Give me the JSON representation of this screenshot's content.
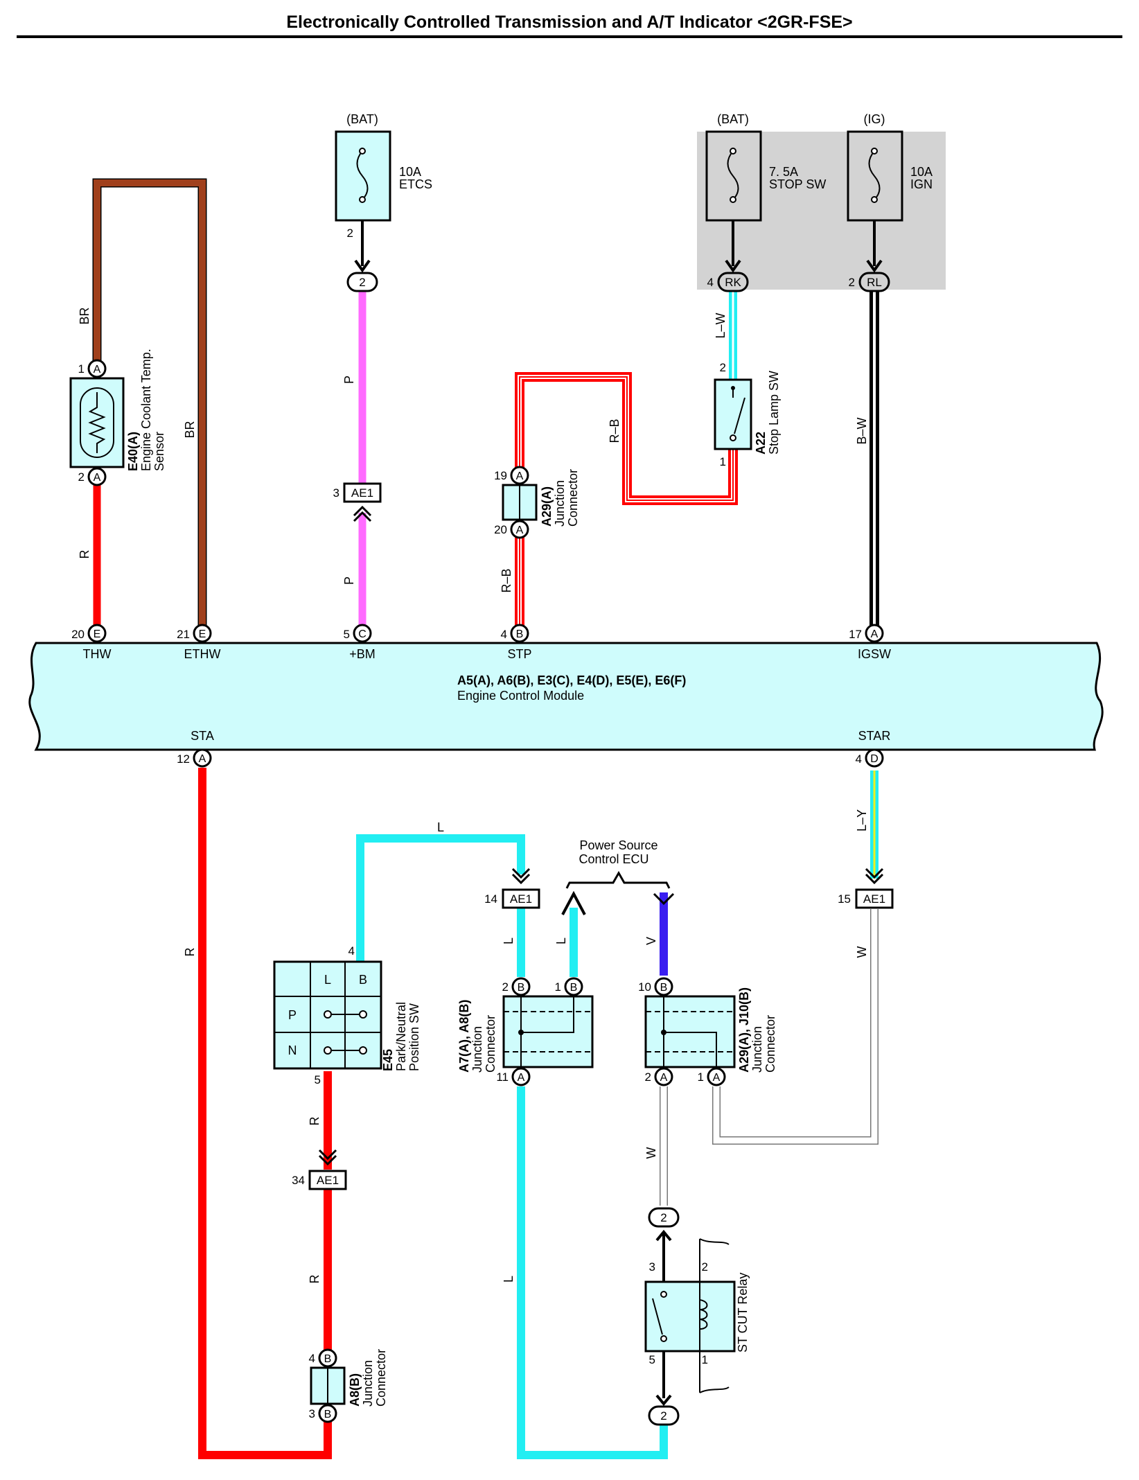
{
  "title": "Electronically Controlled Transmission and A/T Indicator <2GR-FSE>",
  "colors": {
    "component_fill": "#cffcfc",
    "shade_box": "#d3d3d3",
    "wire_BR": "#a0401c",
    "wire_R": "#ff0000",
    "wire_P": "#ff6bff",
    "wire_L": "#22eef2",
    "wire_V": "#3a1ef0",
    "wire_Y": "#f0f020",
    "wire_W": "#ffffff",
    "wire_B": "#000000"
  },
  "fuses": {
    "etcs": {
      "source": "(BAT)",
      "rating": "10A",
      "name": "ETCS",
      "pin": "2"
    },
    "stop_sw": {
      "source": "(BAT)",
      "rating": "7. 5A",
      "name": "STOP SW",
      "pin": "4",
      "connector": "RK"
    },
    "ign": {
      "source": "(IG)",
      "rating": "10A",
      "name": "IGN",
      "pin": "2",
      "connector": "RL"
    }
  },
  "ecm": {
    "id": "A5(A), A6(B), E3(C), E4(D), E5(E), E6(F)",
    "name": "Engine Control Module",
    "top_pins": [
      {
        "num": "20",
        "conn": "E",
        "label": "THW"
      },
      {
        "num": "21",
        "conn": "E",
        "label": "ETHW"
      },
      {
        "num": "5",
        "conn": "C",
        "label": "+BM"
      },
      {
        "num": "4",
        "conn": "B",
        "label": "STP"
      },
      {
        "num": "17",
        "conn": "A",
        "label": "IGSW"
      }
    ],
    "bottom_pins": [
      {
        "num": "12",
        "conn": "A",
        "label": "STA"
      },
      {
        "num": "4",
        "conn": "D",
        "label": "STAR"
      }
    ]
  },
  "sensor": {
    "id": "E40(A)",
    "name_1": "Engine Coolant Temp.",
    "name_2": "Sensor",
    "pin1": "1",
    "conn1": "A",
    "pin2": "2",
    "conn2": "A"
  },
  "stop_lamp_sw": {
    "id": "A22",
    "name": "Stop Lamp SW",
    "pin_top": "2",
    "pin_bottom": "1"
  },
  "junction_a29": {
    "id": "A29(A)",
    "name_1": "Junction",
    "name_2": "Connector",
    "pin_top": "19",
    "conn_top": "A",
    "pin_bottom": "20",
    "conn_bottom": "A"
  },
  "pnp_sw": {
    "id": "E45",
    "name_1": "Park/Neutral",
    "name_2": "Position SW",
    "col1": "L",
    "col2": "B",
    "row1": "P",
    "row2": "N",
    "pin_top": "4",
    "pin_bottom": "5"
  },
  "junction_a7a8": {
    "id": "A7(A), A8(B)",
    "name_1": "Junction",
    "name_2": "Connector",
    "pin_tl": "2",
    "conn_tl": "B",
    "pin_tr": "1",
    "conn_tr": "B",
    "pin_bottom": "11",
    "conn_bottom": "A"
  },
  "junction_a29j10": {
    "id": "A29(A), J10(B)",
    "name_1": "Junction",
    "name_2": "Connector",
    "pin_top": "10",
    "conn_top": "B",
    "pin_bl": "2",
    "conn_bl": "A",
    "pin_br": "1",
    "conn_br": "A"
  },
  "junction_a8b": {
    "id": "A8(B)",
    "name_1": "Junction",
    "name_2": "Connector",
    "pin_top": "4",
    "conn_top": "B",
    "pin_bottom": "3",
    "conn_bottom": "B"
  },
  "st_cut_relay": {
    "name": "ST CUT Relay",
    "pin3": "3",
    "pin2": "2",
    "pin5": "5",
    "pin1": "1"
  },
  "power_source_ecu": {
    "line1": "Power Source",
    "line2": "Control ECU"
  },
  "ae1_connectors": [
    {
      "label": "AE1",
      "pin": "3"
    },
    {
      "label": "AE1",
      "pin": "14"
    },
    {
      "label": "AE1",
      "pin": "15"
    },
    {
      "label": "AE1",
      "pin": "34"
    }
  ],
  "round_connectors": {
    "etcs_out": "2",
    "relay_top": "2",
    "relay_bottom": "2"
  },
  "wire_labels": {
    "br_left": "BR",
    "br_right": "BR",
    "r_sensor": "R",
    "p_upper": "P",
    "p_lower": "P",
    "lw": "L–W",
    "rb_upper": "R–B",
    "rb_lower": "R–B",
    "bw": "B–W",
    "r_sta": "R",
    "l_top": "L",
    "l_ae1": "L",
    "l_jc": "L",
    "v": "V",
    "ly": "L–Y",
    "w_ae1": "W",
    "w_relay": "W",
    "r_pnp1": "R",
    "r_pnp2": "R",
    "l_bottom": "L"
  }
}
